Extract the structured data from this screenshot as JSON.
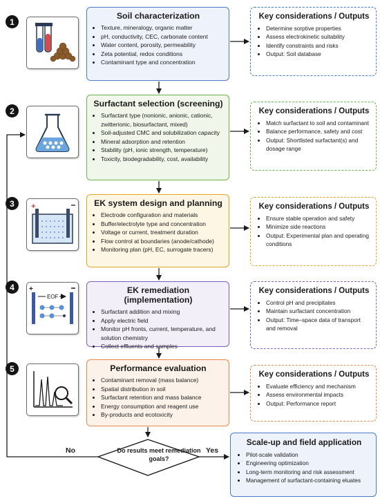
{
  "steps": [
    {
      "num": "1",
      "title": "Soil characterization",
      "items": [
        "Texture, mineralogy, organic matter",
        "pH, conductivity, CEC, carbonate content",
        "Water content, porosity, permeability",
        "Zeta potential, redox conditions",
        "Contaminant type and concentration"
      ],
      "out_title": "Key considerations / Outputs",
      "outputs": [
        "Determine sorptive properties",
        "Assess electrokinetic suitability",
        "Identify constraints and risks",
        "Output: Soil database"
      ],
      "icon": "soil-sample-icon",
      "color": "#4a79c8"
    },
    {
      "num": "2",
      "title": "Surfactant selection (screening)",
      "items": [
        "Surfactant type (nonionic, anionic, cationic, zwitterionic, biosurfactant, mixed)",
        "Soil-adjusted CMC and solubilization capacity",
        "Mineral adsorption and retention",
        "Stability (pH, ionic strength, temperature)",
        "Toxicity, biodegradability, cost, availability"
      ],
      "out_title": "Key considerations / Outputs",
      "outputs": [
        "Match surfactant to soil and contaminant",
        "Balance performance, safety and cost",
        "Output: Shortlisted surfactant(s) and dosage range"
      ],
      "icon": "flask-icon",
      "color": "#6db04d"
    },
    {
      "num": "3",
      "title": "EK system design and planning",
      "items": [
        "Electrode configuration and materials",
        "Buffer/electrolyte type and concentration",
        "Voltage or current, treatment duration",
        "Flow control at boundaries (anode/cathode)",
        "Monitoring plan (pH, EC, surrogate tracers)"
      ],
      "out_title": "Key considerations / Outputs",
      "outputs": [
        "Ensure stable operation and safety",
        "Minimize side reactions",
        "Output: Experimental plan and operating conditions"
      ],
      "icon": "ek-cell-icon",
      "color": "#e3a321"
    },
    {
      "num": "4",
      "title": "EK remediation (implementation)",
      "items": [
        "Surfactant addition and mixing",
        "Apply electric field",
        "Monitor pH fronts, current, temperature, and solution chemistry",
        "Collect effluents and samples"
      ],
      "out_title": "Key considerations / Outputs",
      "outputs": [
        "Control pH and precipitates",
        "Maintain surfactant concentration",
        "Output: Time–space data of transport and removal"
      ],
      "icon": "eof-icon",
      "color": "#7d5dbe"
    },
    {
      "num": "5",
      "title": "Performance evaluation",
      "items": [
        "Contaminant removal (mass balance)",
        "Spatial distribution in soil",
        "Surfactant retention and mass balance",
        "Energy consumption and reagent use",
        "By-products and ecotoxicity"
      ],
      "out_title": "Key considerations / Outputs",
      "outputs": [
        "Evaluate efficiency and mechanism",
        "Assess environmental impacts",
        "Output: Performance report"
      ],
      "icon": "chromatogram-magnifier-icon",
      "color": "#e6884a"
    }
  ],
  "eof_label": "EOF",
  "decision": {
    "text": "Do results meet remediation goals?",
    "no_label": "No",
    "yes_label": "Yes"
  },
  "scale_up": {
    "title": "Scale-up and field application",
    "items": [
      "Pilot-scale validation",
      "Engineering optimization",
      "Long-term monitoring and risk assessment",
      "Management of surfactant-containing eluates"
    ]
  }
}
